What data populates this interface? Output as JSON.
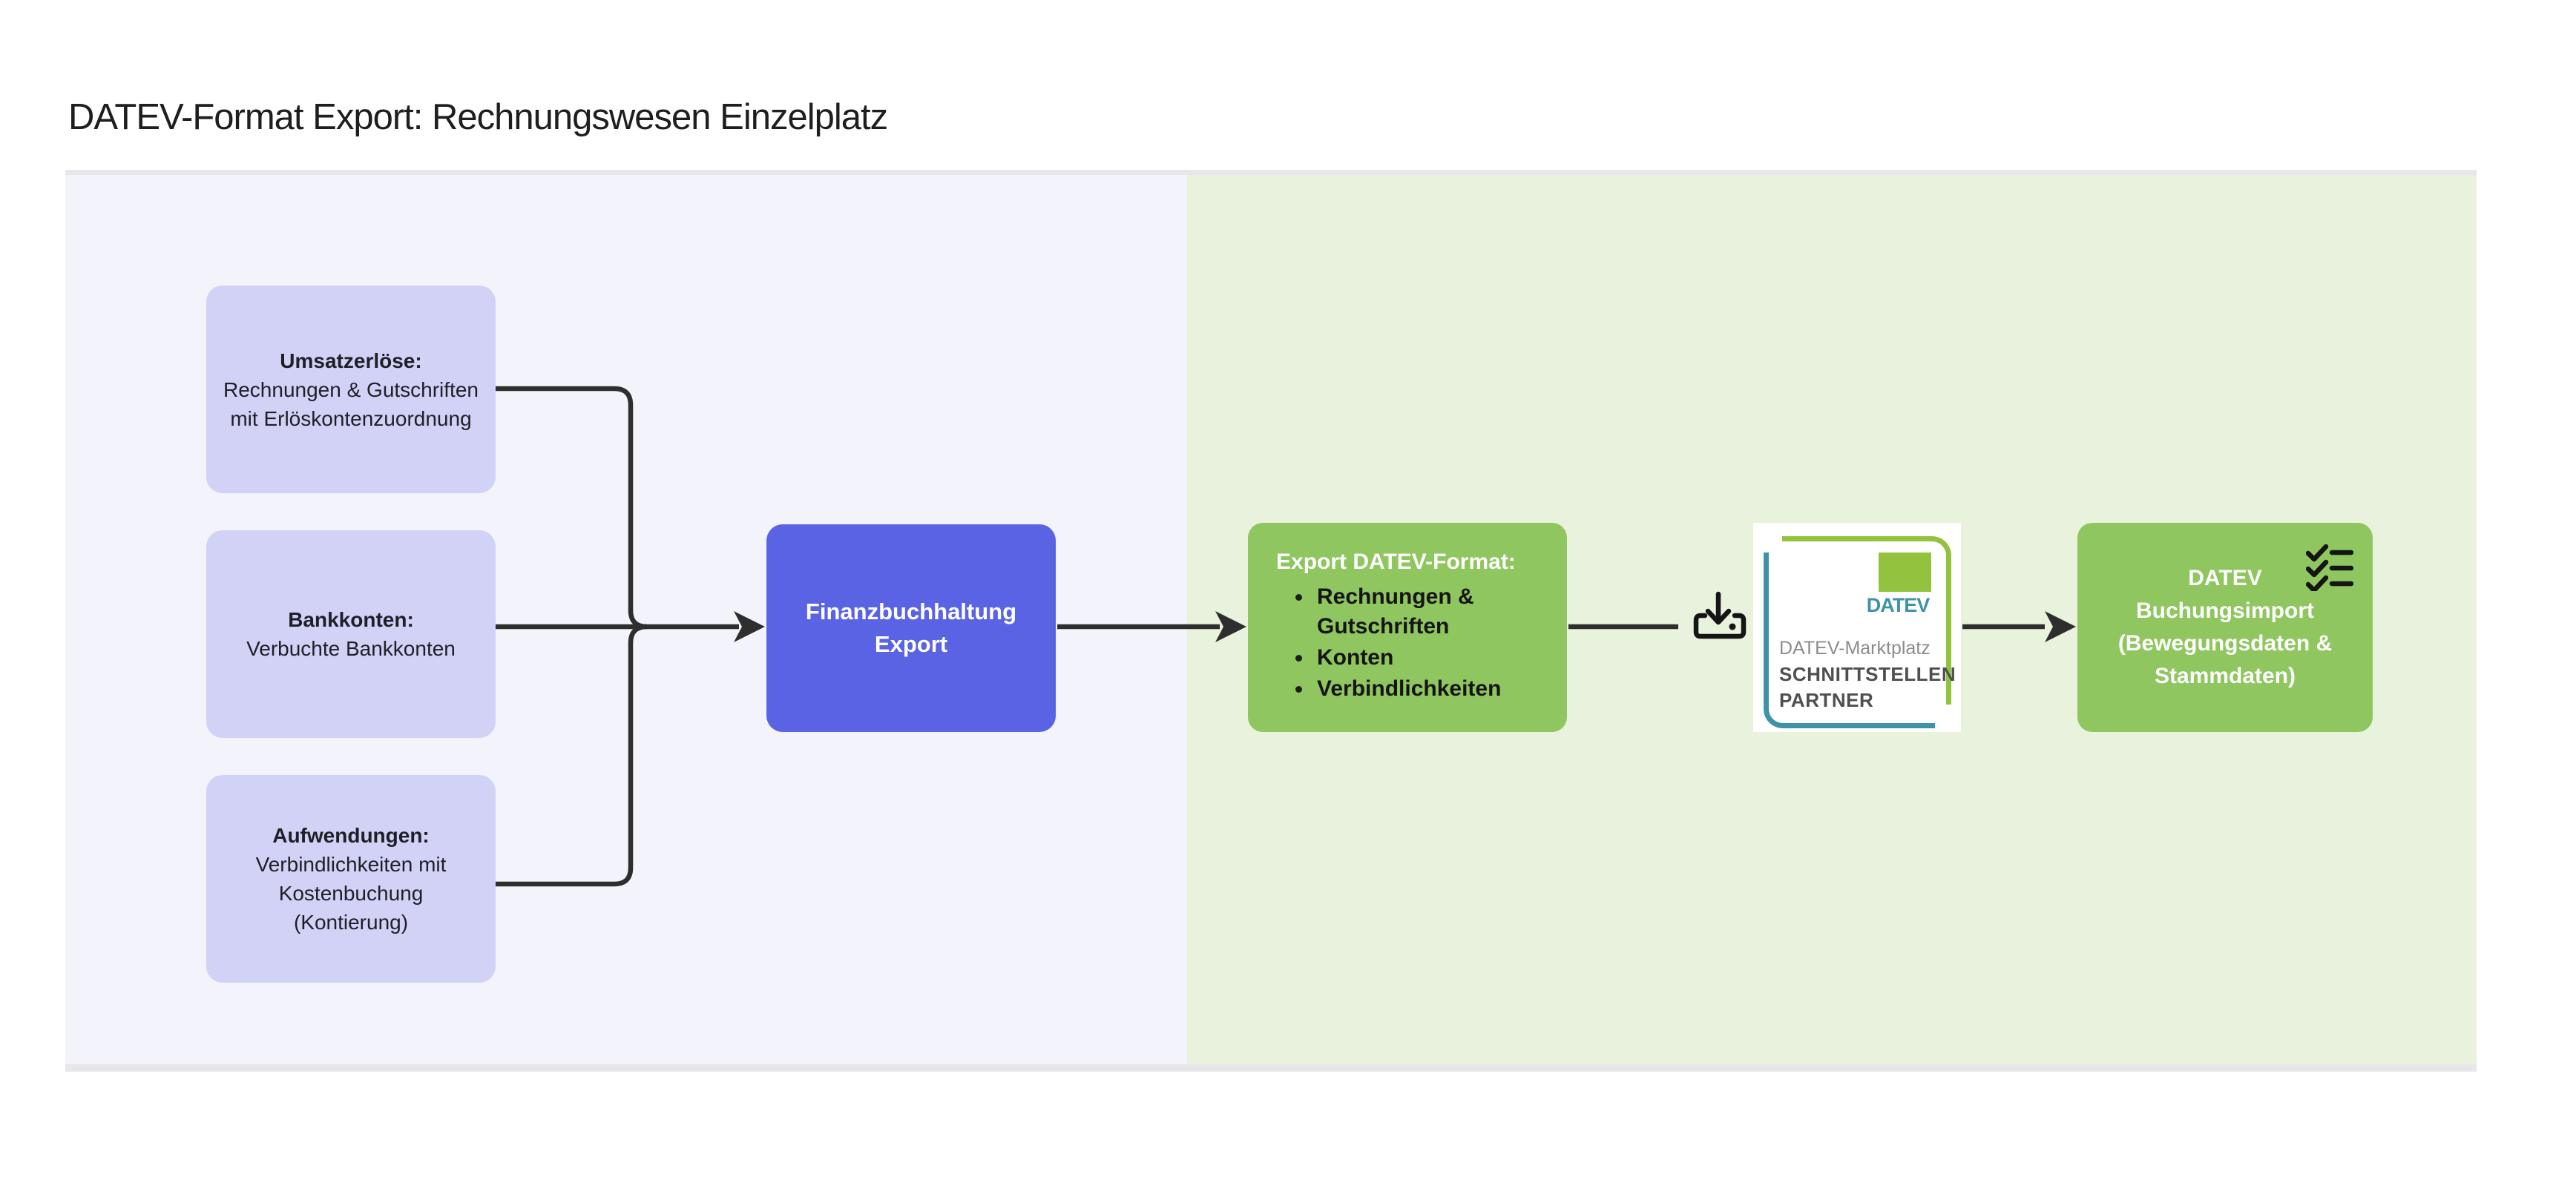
{
  "title": "DATEV-Format Export: Rechnungswesen Einzelplatz",
  "colors": {
    "panel_left": "#f3f4fb",
    "panel_right": "#e9f2dc",
    "box_lavender": "#d1d2f5",
    "accent_purple": "#5b63e5",
    "box_green": "#8fc65f",
    "datev_green": "#93c33e",
    "datev_teal": "#3e93a8",
    "connector": "#2e2e2e",
    "frame_border": "#e7e7ea",
    "text_dark": "#1e1e1e",
    "bullet_text": "#151515"
  },
  "source_boxes": [
    {
      "heading": "Umsatzerlöse:",
      "body": "Rechnungen & Gutschriften mit Erlöskontenzuordnung"
    },
    {
      "heading": "Bankkonten:",
      "body": "Verbuchte Bankkonten"
    },
    {
      "heading": "Aufwendungen:",
      "body": "Verbindlichkeiten mit Kostenbuchung (Kontierung)"
    }
  ],
  "fibu_box": {
    "label": "Finanzbuchhaltung Export"
  },
  "export_box": {
    "heading": "Export DATEV-Format:",
    "items": [
      "Rechnungen & Gutschriften",
      "Konten",
      "Verbindlichkeiten"
    ]
  },
  "datev_badge": {
    "wordmark": "DATEV",
    "marktplatz": "DATEV-Marktplatz",
    "line_bold_1": "SCHNITTSTELLEN",
    "line_bold_2": "PARTNER"
  },
  "import_box": {
    "label": "DATEV Buchungsimport (Bewegungsdaten & Stammdaten)"
  },
  "icons": {
    "download": "download-tray-icon",
    "checklist": "checklist-icon"
  }
}
